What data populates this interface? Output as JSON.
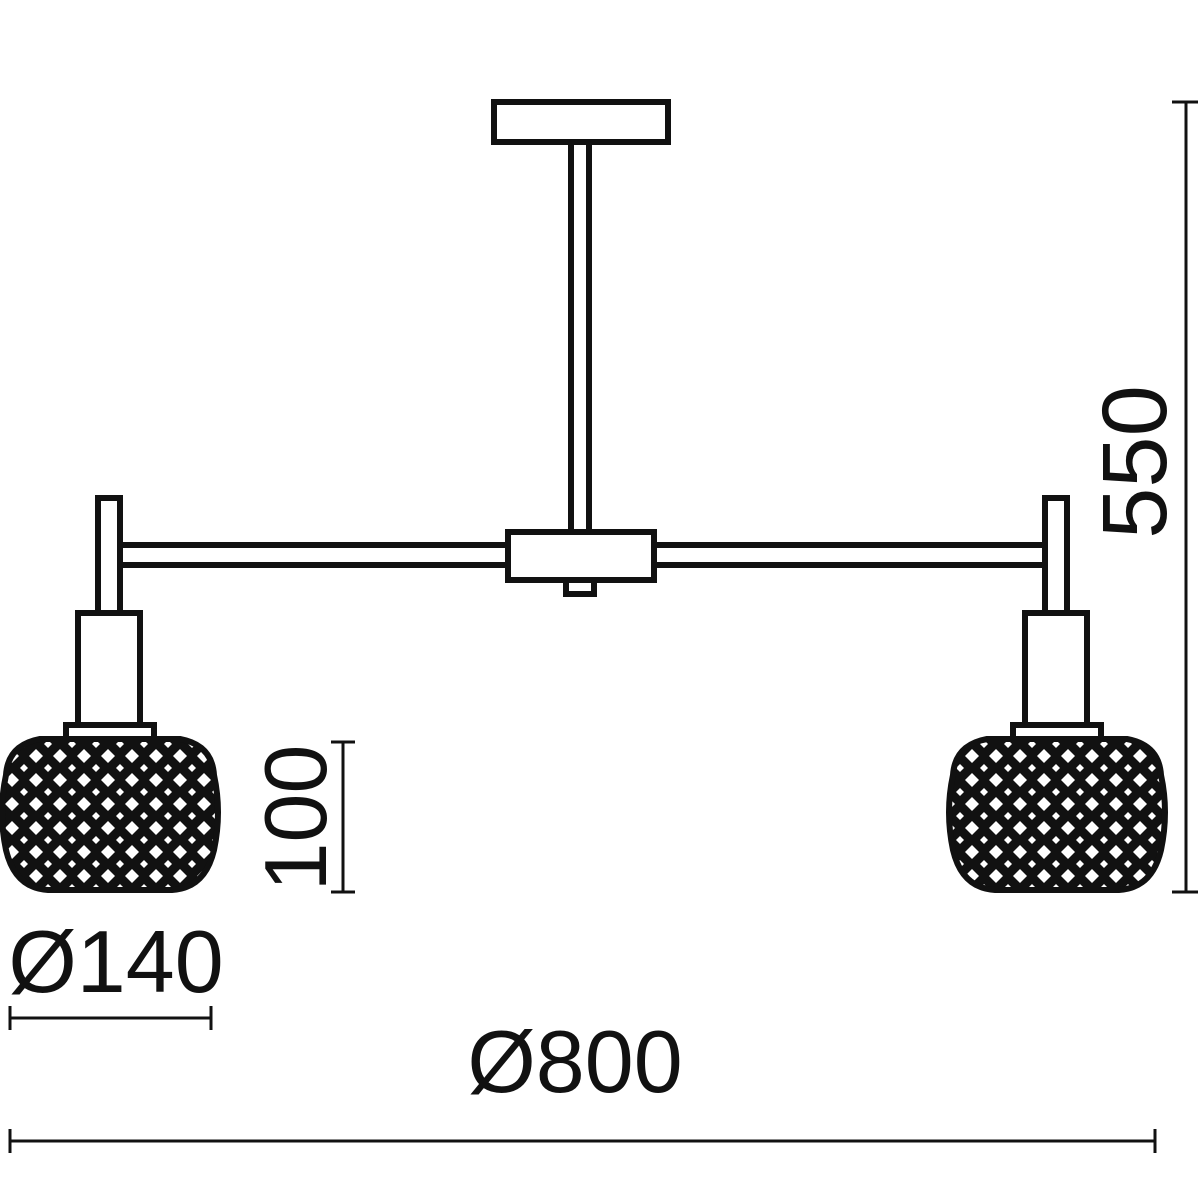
{
  "dimensions": {
    "overall_width": "Ø800",
    "overall_height": "550",
    "shade_diameter": "Ø140",
    "shade_height": "100"
  },
  "colors": {
    "ink": "#111111",
    "background": "#ffffff"
  }
}
